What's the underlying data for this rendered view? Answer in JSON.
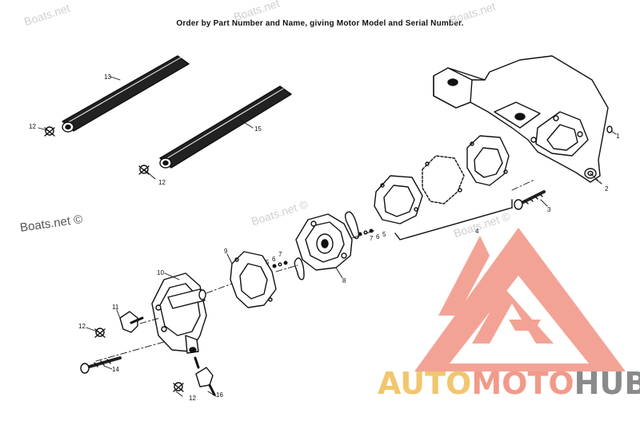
{
  "header": {
    "instruction": "Order by Part Number and Name, giving Motor Model and Serial Number."
  },
  "watermarks": {
    "site": "Boats.net ©",
    "small": "Boats.net"
  },
  "callouts": {
    "c1": "1",
    "c2": "2",
    "c3": "3",
    "c4": "4",
    "c5a": "5",
    "c6a": "6",
    "c7a": "7",
    "c5b": "5",
    "c6b": "6",
    "c7b": "7",
    "c8": "8",
    "c9": "9",
    "c10": "10",
    "c11": "11",
    "c12a": "12",
    "c12b": "12",
    "c12c": "12",
    "c12d": "12",
    "c13": "13",
    "c14": "14",
    "c15": "15",
    "c16": "16"
  },
  "logo": {
    "part1": "AUTO",
    "part2": "MOTO",
    "part3": "HUB",
    "colors": {
      "auto": "#f2c66e",
      "moto": "#f29a8a",
      "hub": "#8a8a8a",
      "triangle": "#f29a8a"
    }
  }
}
